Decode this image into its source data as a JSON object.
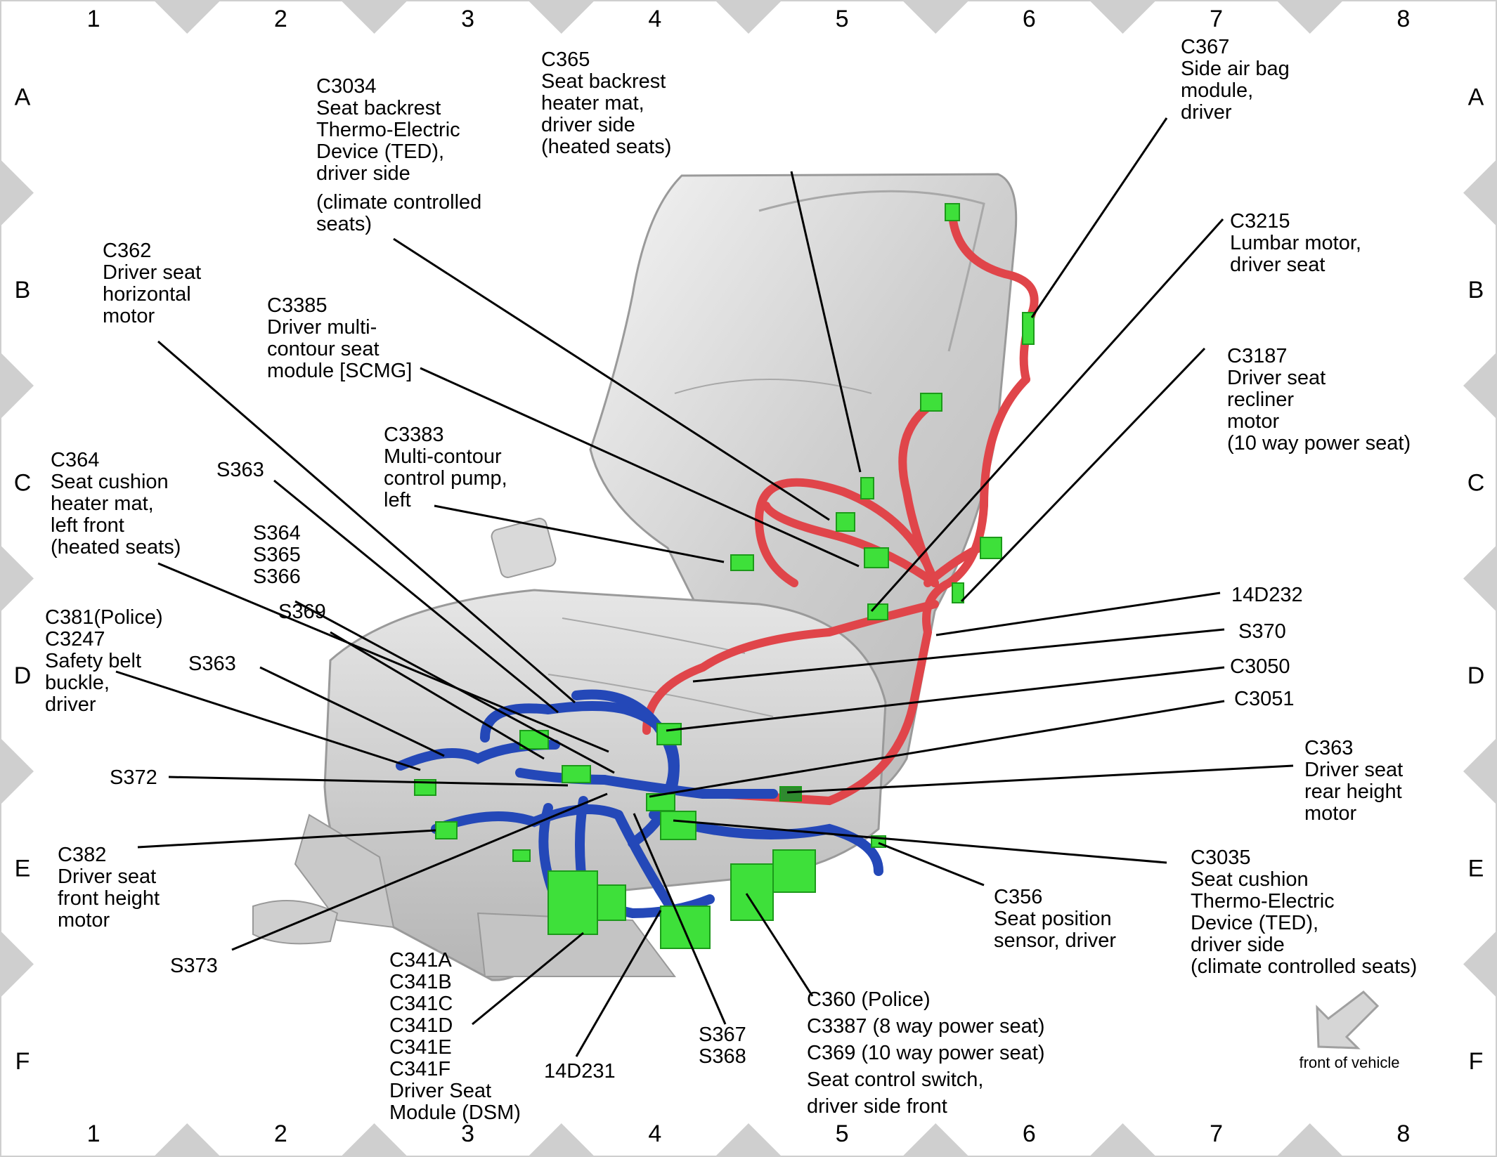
{
  "grid": {
    "columns": [
      "1",
      "2",
      "3",
      "4",
      "5",
      "6",
      "7",
      "8"
    ],
    "rows": [
      "A",
      "B",
      "C",
      "D",
      "E",
      "F"
    ]
  },
  "labels": {
    "c3034": [
      "C3034",
      "Seat backrest",
      "Thermo-Electric",
      "Device (TED),",
      "driver side",
      "(climate controlled",
      "seats)"
    ],
    "c365": [
      "C365",
      "Seat backrest",
      "heater mat,",
      "driver side",
      "(heated seats)"
    ],
    "c367": [
      "C367",
      "Side air bag",
      "module,",
      "driver"
    ],
    "c3215": [
      "C3215",
      "Lumbar motor,",
      "driver seat"
    ],
    "c3187": [
      "C3187",
      "Driver seat",
      "recliner",
      "motor",
      "(10 way power seat)"
    ],
    "c362": [
      "C362",
      "Driver seat",
      "horizontal",
      "motor"
    ],
    "c3385": [
      "C3385",
      "Driver multi-",
      "contour seat",
      "module [SCMG]"
    ],
    "c3383": [
      "C3383",
      "Multi-contour",
      "control pump,",
      "left"
    ],
    "s363_top": [
      "S363"
    ],
    "c364": [
      "C364",
      "Seat cushion",
      "heater mat,",
      "left front",
      "(heated seats)"
    ],
    "s364": [
      "S364",
      "S365",
      "S366"
    ],
    "s369": [
      "S369"
    ],
    "c381": [
      "C381(Police)",
      "C3247",
      "Safety belt",
      "buckle,",
      "driver"
    ],
    "s363_bottom": [
      "S363"
    ],
    "s372": [
      "S372"
    ],
    "c382": [
      "C382",
      "Driver seat",
      "front height",
      "motor"
    ],
    "s373": [
      "S373"
    ],
    "c341": [
      "C341A",
      "C341B",
      "C341C",
      "C341D",
      "C341E",
      "C341F",
      "Driver Seat",
      "Module (DSM)"
    ],
    "d14d231": [
      "14D231"
    ],
    "s367": [
      "S367",
      "S368"
    ],
    "c360": [
      "C360  (Police)",
      "C3387  (8 way power seat)",
      "C369 (10 way power seat)",
      "Seat control switch,",
      "driver side front"
    ],
    "c356": [
      "C356",
      "Seat position",
      "sensor, driver"
    ],
    "c3035": [
      "C3035",
      "Seat cushion",
      "Thermo-Electric",
      "Device (TED),",
      "driver side",
      "(climate controlled seats)"
    ],
    "c363": [
      "C363",
      "Driver seat",
      "rear height",
      "motor"
    ],
    "c3051": [
      "C3051"
    ],
    "c3050": [
      "C3050"
    ],
    "s370": [
      "S370"
    ],
    "d14d232": [
      "14D232"
    ]
  },
  "front_of_vehicle": "front of vehicle",
  "colors": {
    "harness_red": "#e0454a",
    "harness_blue": "#2448b8",
    "connector_green": "#3ee03a",
    "seat_gray": "#d4d4d4"
  },
  "icons": [
    "front-of-vehicle-arrow-icon"
  ]
}
